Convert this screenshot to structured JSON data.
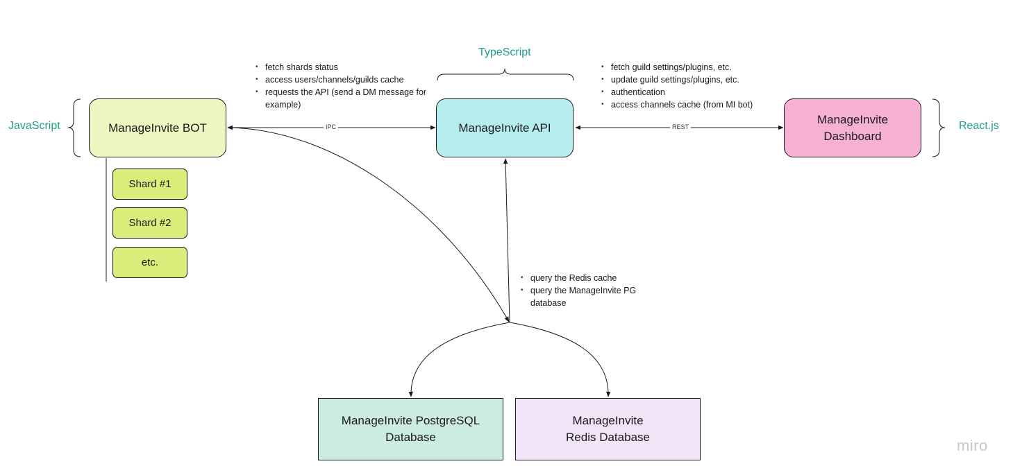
{
  "nodes": {
    "bot": {
      "label": "ManageInvite BOT",
      "color": "#eef7c2"
    },
    "api": {
      "label": "ManageInvite API",
      "color": "#b6eef0"
    },
    "dashboard": {
      "label": "ManageInvite Dashboard",
      "color": "#f5b0d2"
    },
    "shards": [
      {
        "label": "Shard #1"
      },
      {
        "label": "Shard #2"
      },
      {
        "label": "etc."
      }
    ],
    "shard_color": "#dbec7a",
    "postgres": {
      "label": "ManageInvite PostgreSQL Database",
      "color": "#cbebe3"
    },
    "redis": {
      "label": "ManageInvite Redis Database",
      "color": "#f2e4f7"
    }
  },
  "languages": {
    "javascript": "JavaScript",
    "typescript": "TypeScript",
    "react": "React.js",
    "color": "#1f9e87"
  },
  "edges": {
    "ipc": "IPC",
    "rest": "REST"
  },
  "notes": {
    "bot_api": [
      "fetch shards status",
      "access users/channels/guilds cache",
      "requests the API (send a DM message for example)"
    ],
    "api_dashboard": [
      "fetch guild settings/plugins, etc.",
      "update guild settings/plugins, etc.",
      "authentication",
      "access channels cache (from MI bot)"
    ],
    "databases": [
      "query the Redis cache",
      "query the ManageInvite PG database"
    ]
  },
  "watermark": "miro"
}
